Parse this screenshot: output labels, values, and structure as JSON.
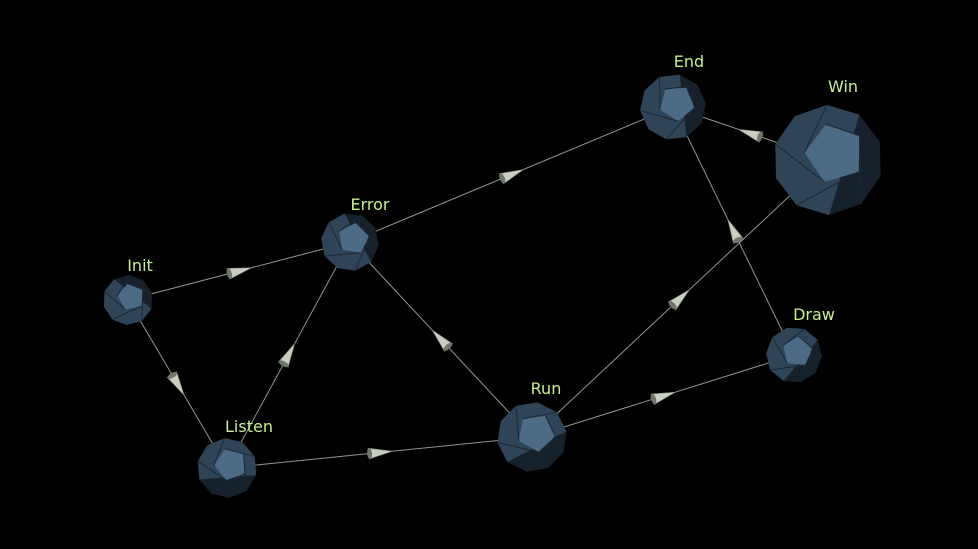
{
  "colors": {
    "background": "#000000",
    "label": "#c8f08c",
    "edge": "#a9b3a6",
    "node_light": "#4d6b84",
    "node_mid": "#2f4557",
    "node_dark": "#16212c",
    "arrow": "#c9cfc0"
  },
  "nodes": [
    {
      "id": "init",
      "label": "Init"
    },
    {
      "id": "error",
      "label": "Error"
    },
    {
      "id": "end",
      "label": "End"
    },
    {
      "id": "win",
      "label": "Win"
    },
    {
      "id": "draw",
      "label": "Draw"
    },
    {
      "id": "run",
      "label": "Run"
    },
    {
      "id": "listen",
      "label": "Listen"
    }
  ],
  "edges": [
    {
      "from": "init",
      "to": "error"
    },
    {
      "from": "init",
      "to": "listen"
    },
    {
      "from": "listen",
      "to": "error"
    },
    {
      "from": "listen",
      "to": "run"
    },
    {
      "from": "run",
      "to": "error"
    },
    {
      "from": "run",
      "to": "win"
    },
    {
      "from": "run",
      "to": "draw"
    },
    {
      "from": "error",
      "to": "end"
    },
    {
      "from": "win",
      "to": "end"
    },
    {
      "from": "draw",
      "to": "end"
    }
  ]
}
